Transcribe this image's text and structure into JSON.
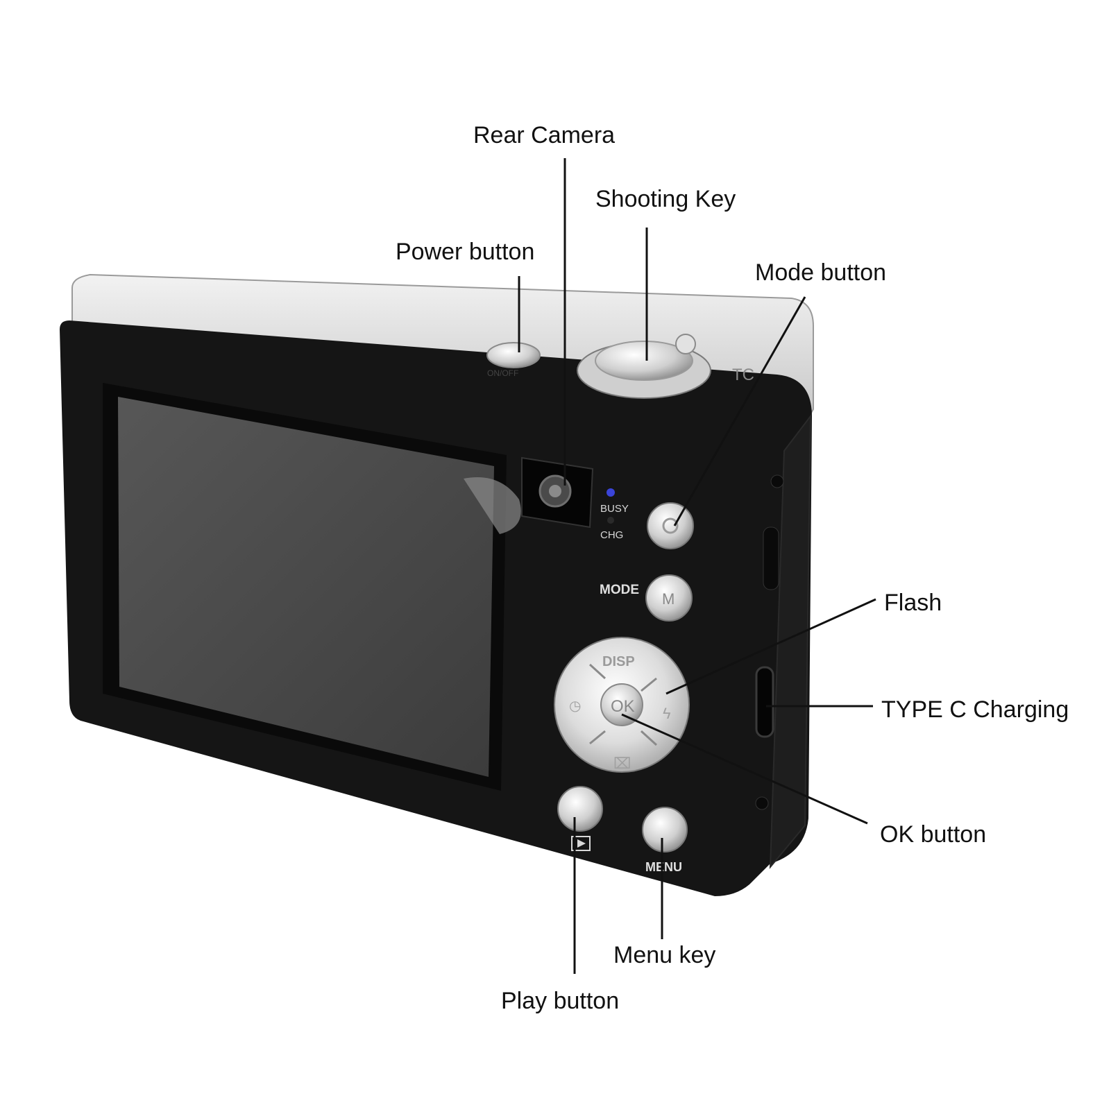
{
  "labels": {
    "rear_camera": "Rear Camera",
    "shooting_key": "Shooting Key",
    "power_button": "Power button",
    "mode_button": "Mode button",
    "flash": "Flash",
    "type_c_charging": "TYPE C Charging",
    "ok_button": "OK button",
    "menu_key": "Menu key",
    "play_button": "Play button"
  },
  "camera_markings": {
    "on_off": "ON/OFF",
    "busy": "BUSY",
    "chg": "CHG",
    "mode": "MODE",
    "disp": "DISP",
    "ok": "OK",
    "menu": "MENU",
    "top_partial": "TC",
    "mode_key_letter": "M"
  },
  "colors": {
    "body_black": "#151515",
    "silver_top": "#dcdcdc",
    "screen": "#4a4a4a",
    "leader_line": "#111111",
    "led_blue": "#3a44d8"
  }
}
